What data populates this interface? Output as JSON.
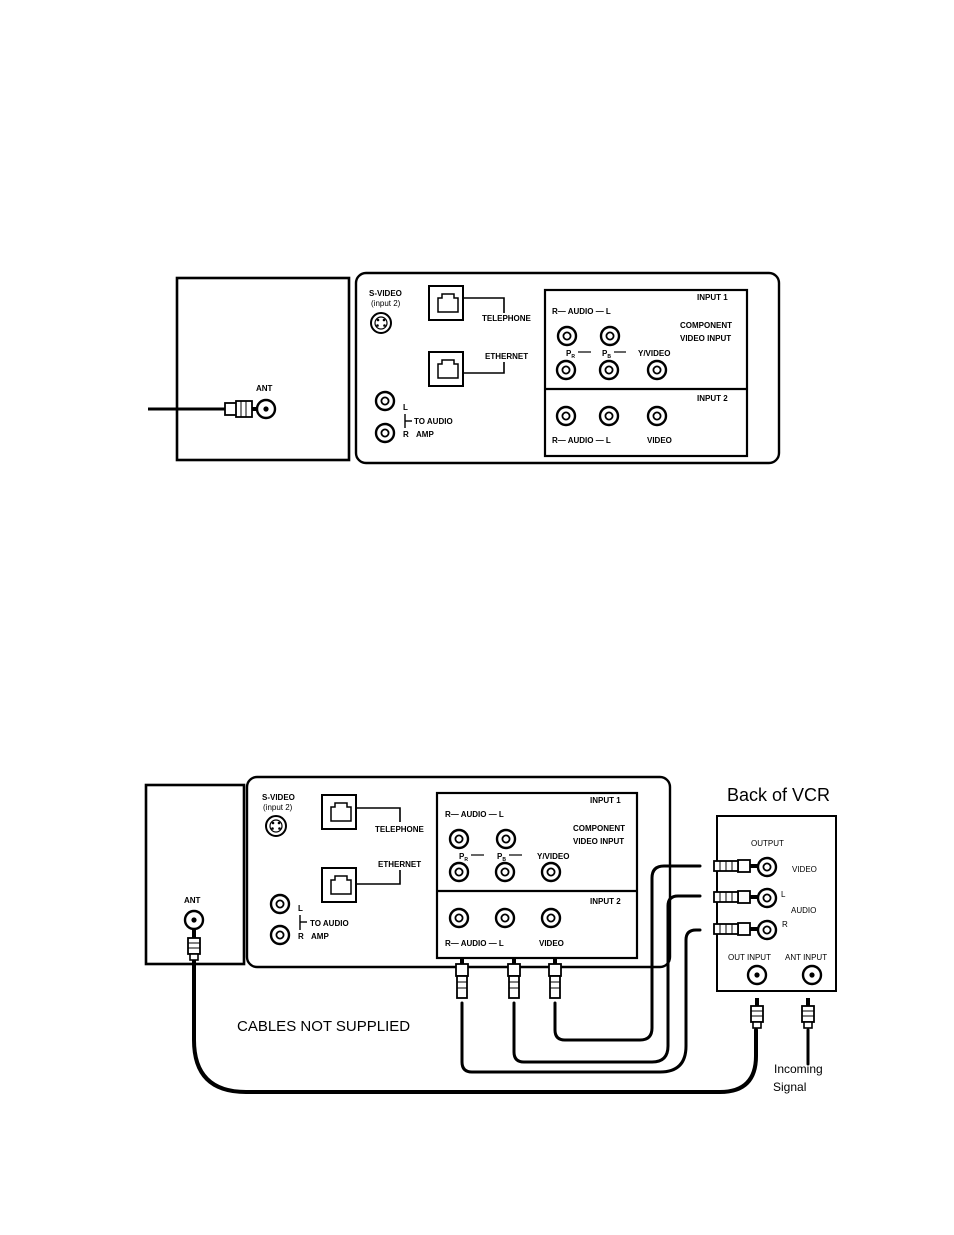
{
  "diagram1": {
    "ant": "ANT",
    "svideo": "S-VIDEO",
    "svideo_sub": "(input 2)",
    "telephone": "TELEPHONE",
    "ethernet": "ETHERNET",
    "input1": "INPUT 1",
    "input2": "INPUT 2",
    "r_audio_l": "R— AUDIO — L",
    "component": "COMPONENT",
    "video_input": "VIDEO INPUT",
    "pr": "P",
    "pr_sub": "R",
    "pb": "P",
    "pb_sub": "B",
    "yvideo": "Y/VIDEO",
    "video": "VIDEO",
    "audio_l": "L",
    "to_audio": "TO AUDIO",
    "audio_r": "R",
    "amp": "AMP"
  },
  "diagram2": {
    "ant": "ANT",
    "svideo": "S-VIDEO",
    "svideo_sub": "(input 2)",
    "telephone": "TELEPHONE",
    "ethernet": "ETHERNET",
    "input1": "INPUT 1",
    "input2": "INPUT 2",
    "r_audio_l": "R— AUDIO — L",
    "component": "COMPONENT",
    "video_input": "VIDEO INPUT",
    "pr": "P",
    "pr_sub": "R",
    "pb": "P",
    "pb_sub": "B",
    "yvideo": "Y/VIDEO",
    "video": "VIDEO",
    "audio_l": "L",
    "to_audio": "TO AUDIO",
    "audio_r": "R",
    "amp": "AMP",
    "cables_note": "CABLES NOT SUPPLIED",
    "vcr": {
      "title": "Back of VCR",
      "output": "OUTPUT",
      "video": "VIDEO",
      "l": "L",
      "audio": "AUDIO",
      "r": "R",
      "out_input": "OUT INPUT",
      "ant_input": "ANT INPUT"
    },
    "incoming": "Incoming",
    "signal": "Signal"
  },
  "colors": {
    "ink": "#000000",
    "paper": "#ffffff"
  },
  "icons": [
    "coax-jack-icon",
    "rca-jack-icon",
    "svideo-jack-icon",
    "rj-jack-icon",
    "coax-plug-icon",
    "rca-plug-icon"
  ]
}
